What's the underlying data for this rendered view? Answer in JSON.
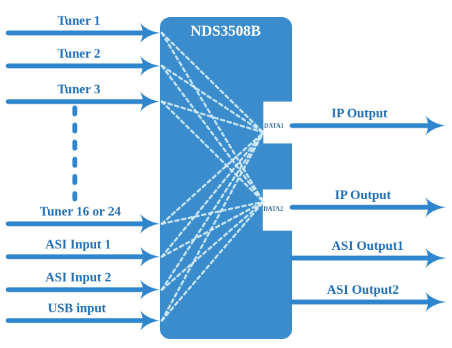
{
  "device": {
    "name": "NDS3508B",
    "color": "#3a8ccc"
  },
  "inputs": [
    {
      "label": "Tuner  1"
    },
    {
      "label": "Tuner  2"
    },
    {
      "label": "Tuner  3"
    },
    {
      "label": "Tuner  16 or 24"
    },
    {
      "label": "ASI Input 1"
    },
    {
      "label": "ASI Input 2"
    },
    {
      "label": "USB input"
    }
  ],
  "ports": [
    {
      "label": "DATA1"
    },
    {
      "label": "DATA2"
    }
  ],
  "outputs": [
    {
      "label": "IP Output"
    },
    {
      "label": "IP Output"
    },
    {
      "label": "ASI Output1"
    },
    {
      "label": "ASI Output2"
    }
  ],
  "colors": {
    "arrow": "#2f86cc",
    "label": "#1f6fb5",
    "connection": "#d6ecf8"
  }
}
